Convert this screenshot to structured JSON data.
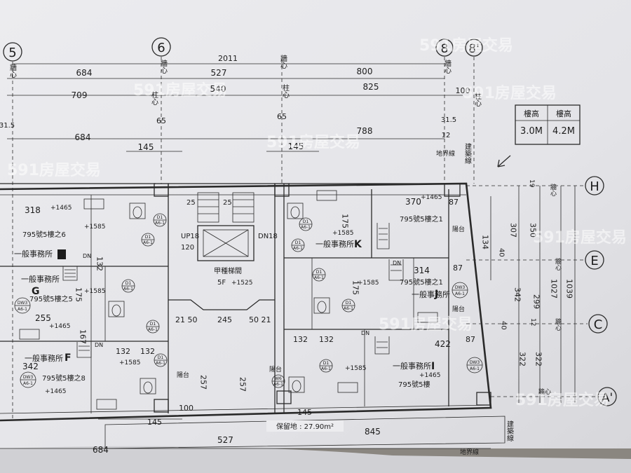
{
  "grid_axes": {
    "columns": [
      "5",
      "6",
      "8",
      "8'"
    ],
    "rows": [
      "H",
      "E",
      "C",
      "A'"
    ]
  },
  "dimensions": {
    "total_top": "2011",
    "row_wall_left": "684",
    "row_wall_mid": "527",
    "row_wall_right": "800",
    "row_col_left": "709",
    "row_col_mid": "540",
    "row_col_right": "825",
    "row_low_left": "684",
    "row_low_right": "788",
    "col_offset_1": "145",
    "col_offset_2": "145",
    "small_65a": "65",
    "small_65b": "65",
    "small_315a": "31.5",
    "small_315b": "31.5",
    "small_12": "12",
    "small_100": "100",
    "bottom_684": "684",
    "bottom_527": "527",
    "bottom_845": "845",
    "bottom_145": "145",
    "bottom_100": "100",
    "right_307": "307",
    "right_350": "350",
    "right_342": "342",
    "right_299": "299",
    "right_1027": "1027",
    "right_1039": "1039",
    "right_322a": "322",
    "right_322b": "322",
    "right_134": "134",
    "right_40a": "40",
    "right_40b": "40",
    "right_19": "19",
    "right_12": "12"
  },
  "wall_labels": {
    "wall_center": "牆心",
    "column_center": "柱心",
    "boundary_line": "地界線",
    "building_line": "建築線"
  },
  "height_table": {
    "header_left": "樓高",
    "header_right": "樓高",
    "value_left": "3.0M",
    "value_right": "4.2M"
  },
  "units": {
    "unit_318": "318",
    "unit_g_label": "一般事務所",
    "unit_g_letter": "G",
    "unit_g_addr": "795號5樓之5",
    "unit_top_left_addr": "795號5樓之6",
    "unit_f_label": "一般事務所",
    "unit_f_letter": "F",
    "unit_f_addr": "795號5樓之8",
    "unit_k_label": "一般事務所",
    "unit_k_letter": "K",
    "unit_k_addr": "795號5樓之1",
    "unit_k_width": "370",
    "unit_j_label": "一般事務所",
    "unit_j_letter": "J",
    "unit_j_addr": "795號5樓之1",
    "unit_j_width": "314",
    "unit_i_label": "一般事務所",
    "unit_i_letter": "I",
    "unit_i_addr": "795號5樓",
    "unit_i_width": "422",
    "unit_255": "255",
    "unit_342": "342",
    "unit_87a": "87",
    "unit_87b": "87",
    "unit_87c": "87",
    "unit_132a": "132",
    "unit_132b": "132",
    "unit_132c": "132",
    "unit_132d": "132",
    "unit_175a": "175",
    "unit_175b": "175",
    "unit_175c": "175",
    "unit_167": "167",
    "unit_257a": "257",
    "unit_257b": "257",
    "unit_245": "245",
    "unit_2150": "21 50",
    "unit_5021": "50 21",
    "unit_25a": "25",
    "unit_25b": "25",
    "unit_120": "120",
    "unit_up18": "UP18",
    "unit_dn18": "DN18",
    "elevator_hall": "甲種梯間",
    "fl_5f": "5F",
    "elev_1525": "+1525",
    "elev_1585a": "+1585",
    "elev_1585b": "+1585",
    "elev_1585c": "+1585",
    "elev_1585d": "+1585",
    "elev_1585e": "+1585",
    "elev_1465a": "+1465",
    "elev_1465b": "+1465",
    "elev_1465c": "+1465",
    "elev_1465d": "+1465",
    "elev_1465e": "+1465",
    "balcony_a": "陽台",
    "balcony_b": "陽台",
    "balcony_c": "陽台",
    "balcony_d": "陽台",
    "dn_a": "DN",
    "dn_b": "DN",
    "dn_c": "DN",
    "dn_d": "DN",
    "tag_d1": "D1\nA6-1",
    "tag_dw": "DW3\nA6-1",
    "tag_w6": "W6\nA6-1"
  },
  "open_space": "保留地 : 27.90m²",
  "watermark": "591房屋交易"
}
